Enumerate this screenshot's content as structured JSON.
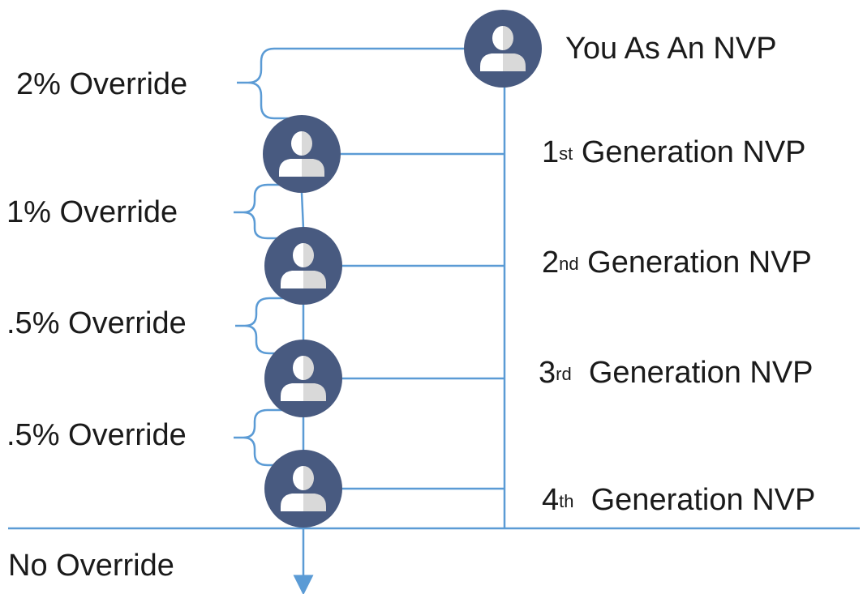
{
  "colors": {
    "line": "#5b9bd5",
    "node_fill": "#485a80",
    "person_light": "#ffffff",
    "person_shade": "#d9d9d9"
  },
  "nodes": [
    {
      "icon": "person-icon",
      "label": {
        "main": "You As An NVP",
        "ord_num": "",
        "ord_sup": "",
        "rest": ""
      }
    },
    {
      "icon": "person-icon",
      "label": {
        "main": "",
        "ord_num": "1",
        "ord_sup": "st",
        "rest": " Generation NVP"
      }
    },
    {
      "icon": "person-icon",
      "label": {
        "main": "",
        "ord_num": "2",
        "ord_sup": "nd",
        "rest": " Generation NVP"
      }
    },
    {
      "icon": "person-icon",
      "label": {
        "main": "",
        "ord_num": "3",
        "ord_sup": "rd",
        "rest": "  Generation NVP"
      }
    },
    {
      "icon": "person-icon",
      "label": {
        "main": "",
        "ord_num": "4",
        "ord_sup": "th",
        "rest": "  Generation NVP"
      }
    }
  ],
  "overrides": [
    "2% Override",
    "1% Override",
    ".5% Override",
    ".5% Override"
  ],
  "no_override": "No Override"
}
